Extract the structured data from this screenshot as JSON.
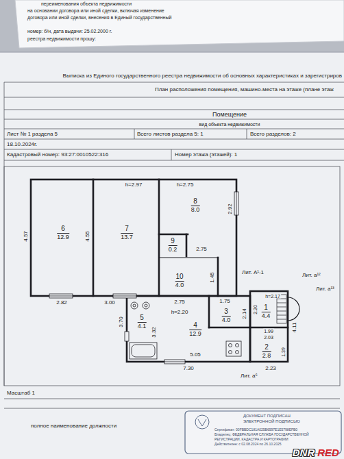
{
  "diagram": {
    "title": "Выписка из Единого государственного реестра недвижимости об основных характеристиках и зарегистриров",
    "nodes": [
      {
        "text": [
          "6",
          "12.9"
        ]
      },
      {
        "text": [
          "7",
          "13.7"
        ]
      },
      {
        "text": [
          "8",
          "8.0"
        ]
      },
      {
        "text": [
          "9",
          "0.2"
        ]
      },
      {
        "text": [
          "10",
          "4.0"
        ]
      },
      {
        "text": [
          "3",
          "4.0"
        ]
      },
      {
        "text": [
          "1",
          "4.4"
        ]
      },
      {
        "text": [
          "5",
          "4.1"
        ]
      },
      {
        "text": [
          "4",
          "12.9"
        ]
      },
      {
        "text": [
          "2",
          "2.8"
        ]
      }
    ],
    "labels": [
      "переименования объекта недвижимости",
      "на основании договора или иной сделки, включая изменение",
      "договора или иной сделки, внесения в Единый государственный",
      "номер: б/н, дата выдачи: 25.02.2000 г.",
      "реестра недвижимости прошу:",
      "План расположения помещения, машино-места на этаже (плане этаж",
      "Помещение",
      "вид объекта недвижимости",
      "Лист № 1 раздела 5",
      "Всего листов раздела 5: 1",
      "Всего разделов: 2",
      "18.10.2024г.",
      "Кадастровый номер: 93:27:0010522:316",
      "Номер этажа (этажей): 1",
      "h=2.97",
      "h=2.75",
      "4.57",
      "4.55",
      "2.92",
      "2.75",
      "1.45",
      "Лит. А¹-1",
      "2.82",
      "3.00",
      "2.75",
      "h=2.20",
      "1.75",
      "2.14",
      "2.20",
      "h=2.17",
      "Лит. а¹²",
      "Лит. а¹³",
      "1.99",
      "3.70",
      "3.32",
      "2.03",
      "1.39",
      "4.11",
      "5.05",
      "7.30",
      "2.23",
      "Лит. а⁶",
      "Масштаб 1",
      "полное наименование должности",
      "ДОКУМЕНТ ПОДПИСАН",
      "ЭЛЕКТРОННОЙ ПОДПИСЬЮ",
      "Сертификат: 00FBBDC181A025B6597E1E5798EFB0",
      "Владелец: ФЕДЕРАЛЬНАЯ СЛУЖБА ГОСУДАРСТВЕННОЙ",
      "РЕГИСТРАЦИИ, КАДАСТРА И КАРТОГРАФИИ",
      "Действителен: с 02.08.2024 по 26.10.2025",
      "DNR",
      "RED"
    ]
  }
}
